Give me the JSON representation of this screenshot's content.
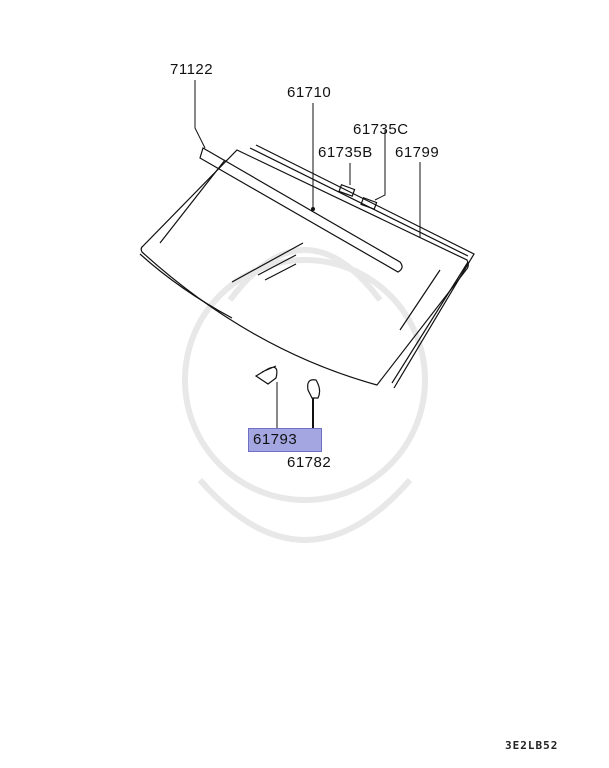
{
  "parts": [
    {
      "id": "71122"
    },
    {
      "id": "61710"
    },
    {
      "id": "61735C"
    },
    {
      "id": "61735B"
    },
    {
      "id": "61799"
    },
    {
      "id": "61793",
      "highlighted": true
    },
    {
      "id": "61782"
    }
  ],
  "diagram_code": "3E2LB52",
  "colors": {
    "highlight": "#a3a6e0",
    "line": "#111111",
    "watermark": "#e6e6e6"
  }
}
